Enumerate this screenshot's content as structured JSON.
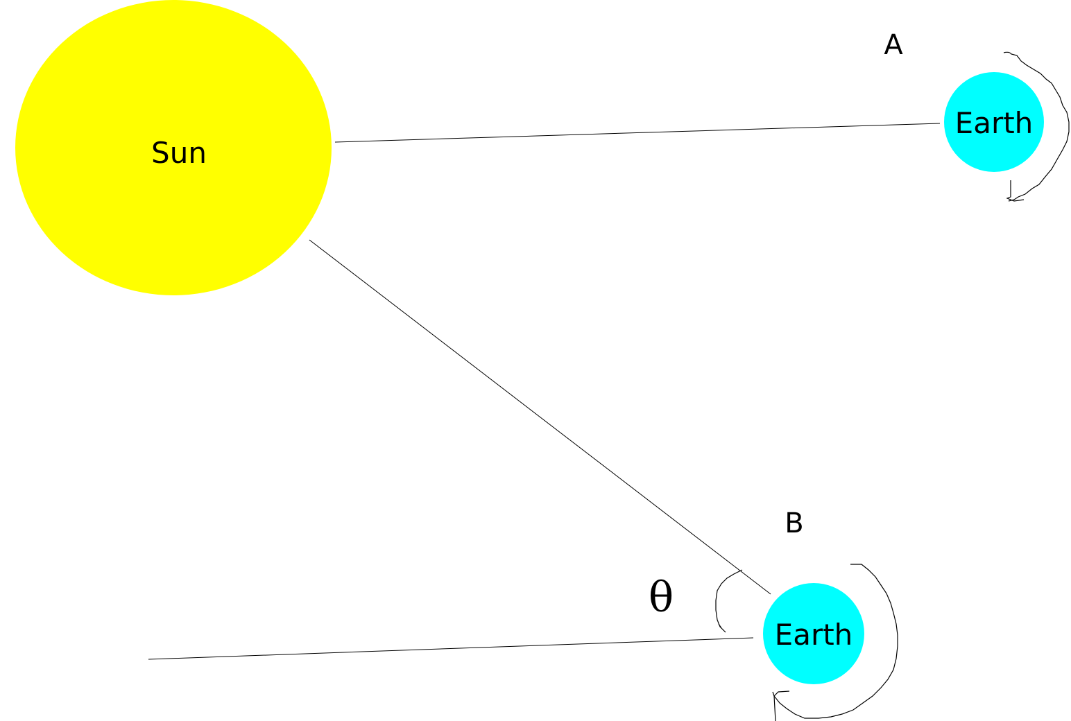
{
  "bodies": {
    "sun": {
      "label": "Sun",
      "color": "#ffff00"
    },
    "earth_a": {
      "label": "Earth",
      "color": "#00ffff"
    },
    "earth_b": {
      "label": "Earth",
      "color": "#00ffff"
    }
  },
  "positions": {
    "a": "A",
    "b": "B"
  },
  "symbols": {
    "angle": "θ"
  }
}
